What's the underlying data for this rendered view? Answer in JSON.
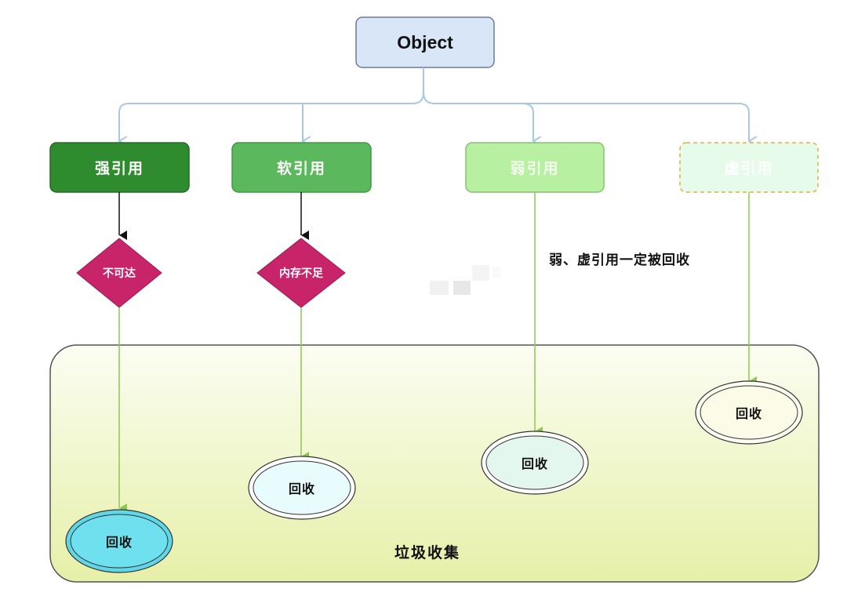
{
  "diagram": {
    "root": "Object",
    "references": [
      {
        "label": "强引用",
        "condition": "不可达",
        "result": "回收"
      },
      {
        "label": "软引用",
        "condition": "内存不足",
        "result": "回收"
      },
      {
        "label": "弱引用",
        "result": "回收"
      },
      {
        "label": "虚引用",
        "result": "回收"
      }
    ],
    "note": "弱、虚引用一定被回收",
    "region_label": "垃圾收集"
  },
  "colors": {
    "object_fill": "#d8e6f8",
    "strong_fill": "#2e8b2e",
    "soft_fill": "#5cb85c",
    "weak_fill": "#b6f0a0",
    "phantom_fill": "#e6fbea",
    "diamond_fill": "#c8246a",
    "connector_blue": "#a8c8e8",
    "connector_green": "#8cc850",
    "region_fill_top": "#fbfdf2",
    "region_fill_bottom": "#e8f2b0"
  }
}
